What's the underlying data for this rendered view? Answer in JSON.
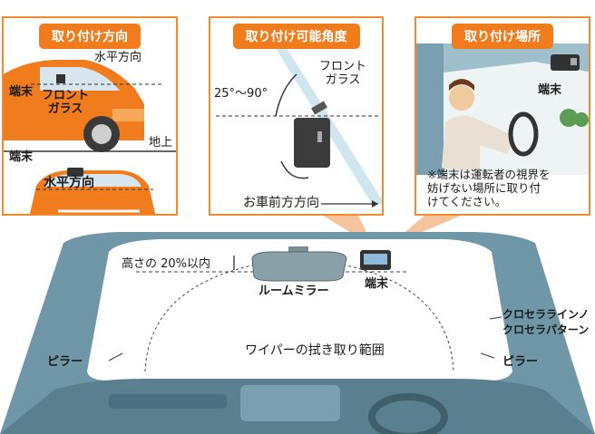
{
  "panels": {
    "direction": {
      "title": "取り付け方向",
      "horizontal_top": "水平方向",
      "terminal_top": "端末",
      "front_glass": "フロント\nガラス",
      "ground": "地上",
      "terminal_bottom": "端末",
      "horizontal_bottom": "水平方向"
    },
    "angle": {
      "title": "取り付け可能角度",
      "angle_range": "25°〜90°",
      "front_glass": "フロント\nガラス",
      "forward": "お車前方方向"
    },
    "location": {
      "title": "取り付け場所",
      "terminal": "端末",
      "note": "※端末は運転者の視界を\n妨げない場所に取り付\nけてください。"
    }
  },
  "windshield": {
    "height_note": "高さの 20%以内",
    "mirror": "ルームミラー",
    "terminal": "端末",
    "crossover_line": "クロセララインノ",
    "crossover_pattern": "クロセラパターン",
    "pillar_left": "ピラー",
    "pillar_right": "ピラー",
    "wiper_range": "ワイパーの拭き取り範囲"
  },
  "colors": {
    "accent": "#f07c1e",
    "car_body": "#f07c1e",
    "dashboard": "#5a7f8f",
    "windshield_frame": "#6f97a8"
  }
}
